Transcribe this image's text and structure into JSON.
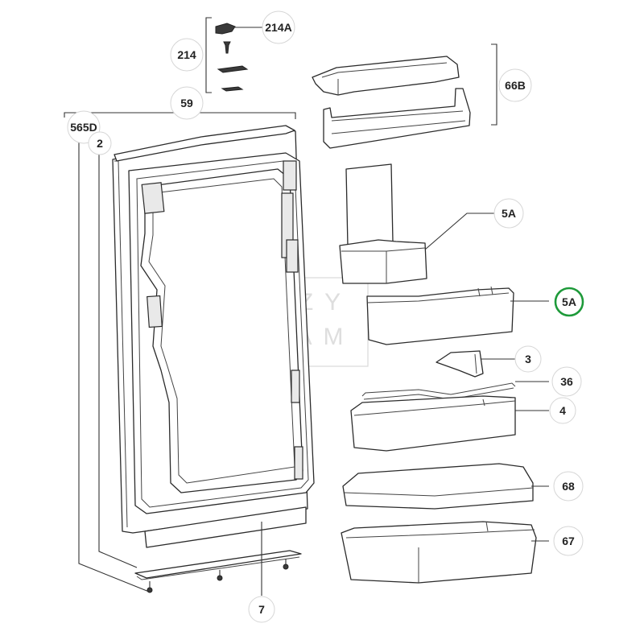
{
  "callouts": {
    "c214A": "214A",
    "c214": "214",
    "c59": "59",
    "c565D": "565D",
    "c2": "2",
    "c66B": "66B",
    "c5A_top": "5A",
    "c5A_highlighted": "5A",
    "c3": "3",
    "c36": "36",
    "c4": "4",
    "c68": "68",
    "c67": "67",
    "c7": "7"
  },
  "highlight_color": "#1e9a3a"
}
